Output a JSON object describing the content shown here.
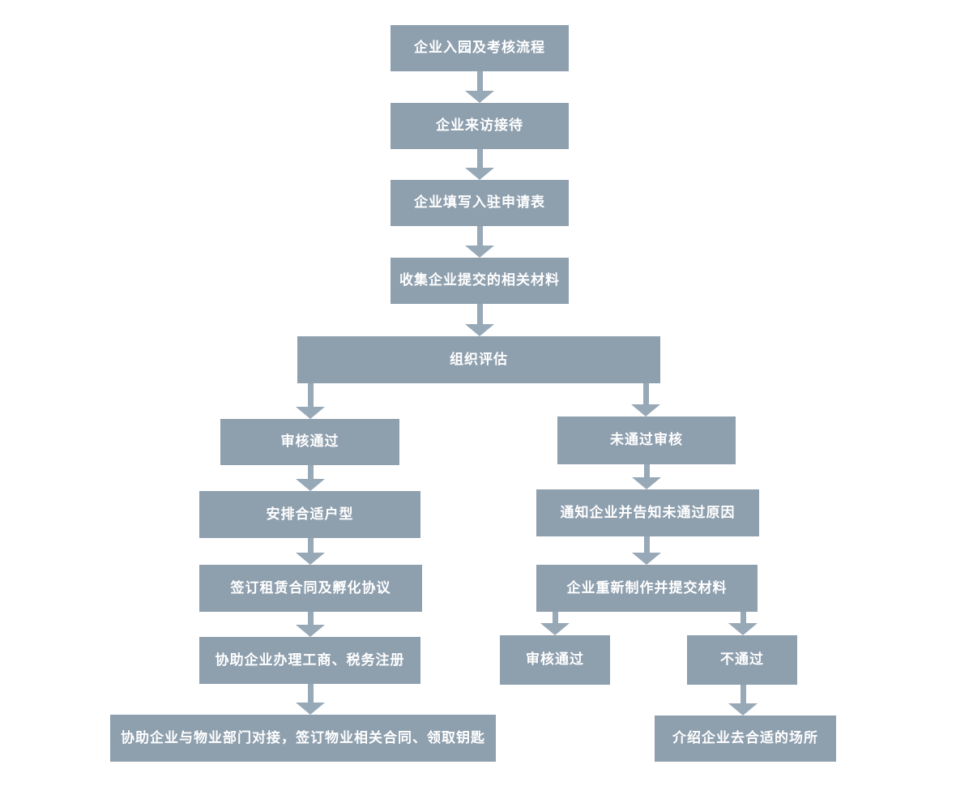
{
  "diagram": {
    "title": "企业入园及考核流程",
    "type": "flowchart",
    "colors": {
      "box": "#8E9FAE",
      "arrow": "#97A8B7",
      "text": "#FFFFFF",
      "background": "#FFFFFF"
    },
    "nodes": {
      "start": {
        "label": "企业入园及考核流程"
      },
      "reception": {
        "label": "企业来访接待"
      },
      "application": {
        "label": "企业填写入驻申请表"
      },
      "collect": {
        "label": "收集企业提交的相关材料"
      },
      "evaluate": {
        "label": "组织评估"
      },
      "approved": {
        "label": "审核通过"
      },
      "arrange": {
        "label": "安排合适户型"
      },
      "lease": {
        "label": "签订租赁合同及孵化协议"
      },
      "register": {
        "label": "协助企业办理工商、税务注册"
      },
      "property": {
        "label": "协助企业与物业部门对接，签订物业相关合同、领取钥匙"
      },
      "rejected": {
        "label": "未通过审核"
      },
      "notify": {
        "label": "通知企业并告知未通过原因"
      },
      "resubmit": {
        "label": "企业重新制作并提交材料"
      },
      "reapproved": {
        "label": "审核通过"
      },
      "fail": {
        "label": "不通过"
      },
      "introduce": {
        "label": "介绍企业去合适的场所"
      }
    },
    "edges": [
      {
        "from": "start",
        "to": "reception"
      },
      {
        "from": "reception",
        "to": "application"
      },
      {
        "from": "application",
        "to": "collect"
      },
      {
        "from": "collect",
        "to": "evaluate"
      },
      {
        "from": "evaluate",
        "to": "approved"
      },
      {
        "from": "evaluate",
        "to": "rejected"
      },
      {
        "from": "approved",
        "to": "arrange"
      },
      {
        "from": "arrange",
        "to": "lease"
      },
      {
        "from": "lease",
        "to": "register"
      },
      {
        "from": "register",
        "to": "property"
      },
      {
        "from": "rejected",
        "to": "notify"
      },
      {
        "from": "notify",
        "to": "resubmit"
      },
      {
        "from": "resubmit",
        "to": "reapproved"
      },
      {
        "from": "resubmit",
        "to": "fail"
      },
      {
        "from": "fail",
        "to": "introduce"
      }
    ]
  }
}
